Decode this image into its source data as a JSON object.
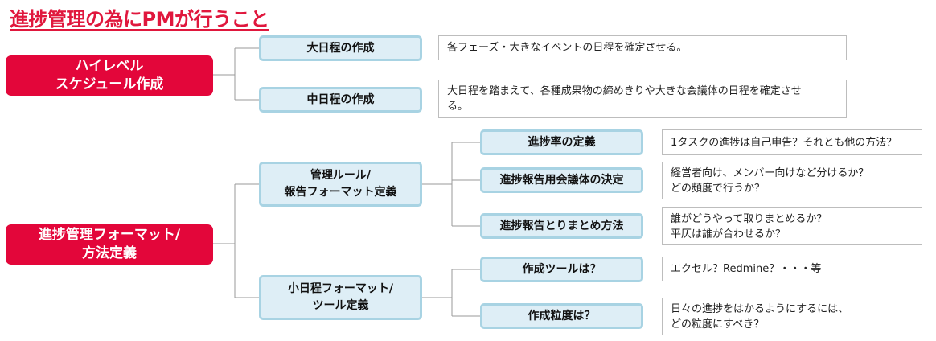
{
  "title": "進捗管理の為にPMが行うこと",
  "roots": [
    {
      "label": "ハイレベル\nスケジュール作成"
    },
    {
      "label": "進捗管理フォーマット/\n方法定義"
    }
  ],
  "level1": [
    {
      "label": "大日程の作成"
    },
    {
      "label": "中日程の作成"
    },
    {
      "label": "管理ルール/\n報告フォーマット定義"
    },
    {
      "label": "小日程フォーマット/\nツール定義"
    }
  ],
  "level2": [
    {
      "label": "進捗率の定義"
    },
    {
      "label": "進捗報告用会議体の決定"
    },
    {
      "label": "進捗報告とりまとめ方法"
    },
    {
      "label": "作成ツールは？"
    },
    {
      "label": "作成粒度は？"
    }
  ],
  "descriptions": [
    {
      "text": "各フェーズ・大きなイベントの日程を確定させる。"
    },
    {
      "text": "大日程を踏まえて、各種成果物の締めきりや大きな会議体の日程を確定させ\nる。"
    },
    {
      "text": "1タスクの進捗は自己申告？それとも他の方法？"
    },
    {
      "text": "経営者向け、メンバー向けなど分けるか？\nどの頻度で行うか？"
    },
    {
      "text": "誰がどうやって取りまとめるか？\n平仄は誰が合わせるか？"
    },
    {
      "text": "エクセル？Redmine？・・・等"
    },
    {
      "text": "日々の進捗をはかるようにするには、\nどの粒度にすべき？"
    }
  ]
}
